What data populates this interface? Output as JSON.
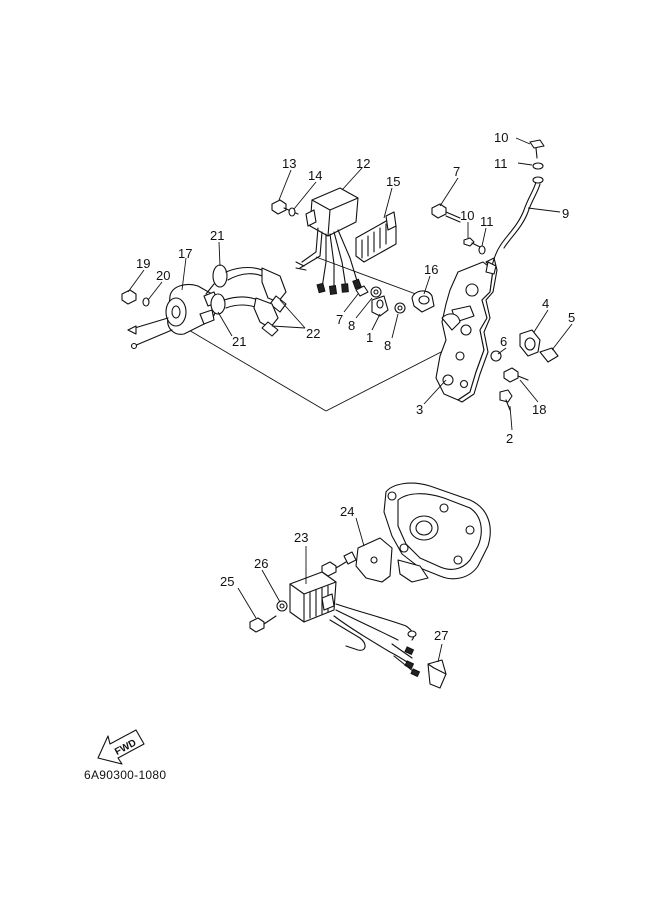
{
  "diagram": {
    "code": "6A90300-1080",
    "fwd_label": "FWD",
    "callouts": [
      "1",
      "2",
      "3",
      "4",
      "5",
      "6",
      "7",
      "7",
      "8",
      "8",
      "9",
      "10",
      "10",
      "11",
      "11",
      "12",
      "13",
      "14",
      "15",
      "16",
      "17",
      "18",
      "19",
      "20",
      "21",
      "21",
      "22",
      "23",
      "24",
      "25",
      "26",
      "27"
    ]
  }
}
